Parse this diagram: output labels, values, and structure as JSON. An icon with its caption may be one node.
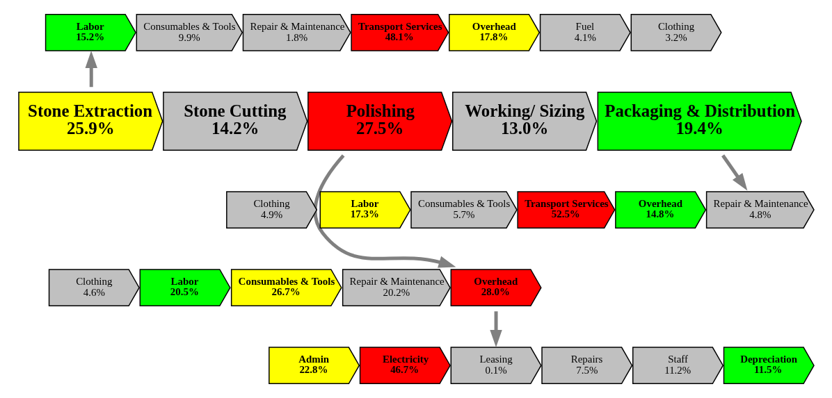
{
  "diagram": {
    "nodes": [
      {
        "text": [
          "Labor",
          "15.2%"
        ]
      },
      {
        "text": [
          "Consumables & Tools",
          "9.9%"
        ]
      },
      {
        "text": [
          "Repair & Maintenance",
          "1.8%"
        ]
      },
      {
        "text": [
          "Transport Services",
          "48.1%"
        ]
      },
      {
        "text": [
          "Overhead",
          "17.8%"
        ]
      },
      {
        "text": [
          "Fuel",
          "4.1%"
        ]
      },
      {
        "text": [
          "Clothing",
          "3.2%"
        ]
      },
      {
        "text": [
          "Stone Extraction",
          "25.9%"
        ]
      },
      {
        "text": [
          "Stone Cutting",
          "14.2%"
        ]
      },
      {
        "text": [
          "Polishing",
          "27.5%"
        ]
      },
      {
        "text": [
          "Working/ Sizing",
          "13.0%"
        ]
      },
      {
        "text": [
          "Packaging & Distribution",
          "19.4%"
        ]
      },
      {
        "text": [
          "Clothing",
          "4.9%"
        ]
      },
      {
        "text": [
          "Labor",
          "17.3%"
        ]
      },
      {
        "text": [
          "Consumables & Tools",
          "5.7%"
        ]
      },
      {
        "text": [
          "Transport Services",
          "52.5%"
        ]
      },
      {
        "text": [
          "Overhead",
          "14.8%"
        ]
      },
      {
        "text": [
          "Repair & Maintenance",
          "4.8%"
        ]
      },
      {
        "text": [
          "Clothing",
          "4.6%"
        ]
      },
      {
        "text": [
          "Labor",
          "20.5%"
        ]
      },
      {
        "text": [
          "Consumables & Tools",
          "26.7%"
        ]
      },
      {
        "text": [
          "Repair & Maintenance",
          "20.2%"
        ]
      },
      {
        "text": [
          "Overhead",
          "28.0%"
        ]
      },
      {
        "text": [
          "Admin",
          "22.8%"
        ]
      },
      {
        "text": [
          "Electricity",
          "46.7%"
        ]
      },
      {
        "text": [
          "Leasing",
          "0.1%"
        ]
      },
      {
        "text": [
          "Repairs",
          "7.5%"
        ]
      },
      {
        "text": [
          "Staff",
          "11.2%"
        ]
      },
      {
        "text": [
          "Depreciation",
          "11.5%"
        ]
      }
    ],
    "edges": [
      {
        "from": 7,
        "to": 0,
        "arrow": "to"
      },
      {
        "from": 11,
        "to": 17,
        "arrow": "to"
      },
      {
        "from": 9,
        "to": 22,
        "arrow": "to"
      },
      {
        "from": 22,
        "to": 25,
        "arrow": "to"
      }
    ]
  }
}
